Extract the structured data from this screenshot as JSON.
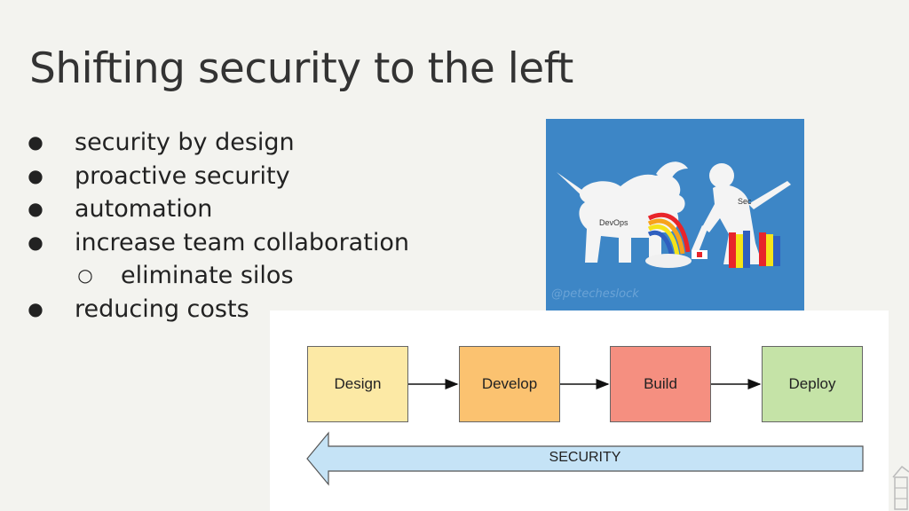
{
  "slide": {
    "title": "Shifting security to the left",
    "bullets": [
      "security by design",
      "proactive security",
      "automation",
      "increase team collaboration",
      "eliminate silos",
      "reducing costs"
    ],
    "bullet_marker": "●",
    "sub_marker": "○"
  },
  "illustration": {
    "label_devops": "DevOps",
    "label_sec": "Sec",
    "credit": "@petecheslock",
    "bg_color": "#3d86c6"
  },
  "pipeline": {
    "steps": [
      "Design",
      "Develop",
      "Build",
      "Deploy"
    ],
    "security_label": "SECURITY",
    "colors": [
      "#fce9a5",
      "#fbc270",
      "#f58f80",
      "#c5e3a7"
    ],
    "arrow_color": "#c5e3f6"
  }
}
